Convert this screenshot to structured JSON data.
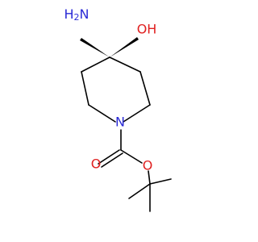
{
  "molecule": {
    "atoms": {
      "amino": {
        "symbol": "H",
        "subscript": "2",
        "tail": "N",
        "color": "#2b2bd6"
      },
      "hydroxyl": {
        "symbol": "OH",
        "color": "#e02020"
      },
      "ring_nitrogen": {
        "symbol": "N",
        "color": "#2b2bd6"
      },
      "ester_oxygen": {
        "symbol": "O",
        "color": "#e02020"
      },
      "carbonyl_oxygen": {
        "symbol": "O",
        "color": "#e02020"
      }
    },
    "bond_color": "#000000"
  }
}
